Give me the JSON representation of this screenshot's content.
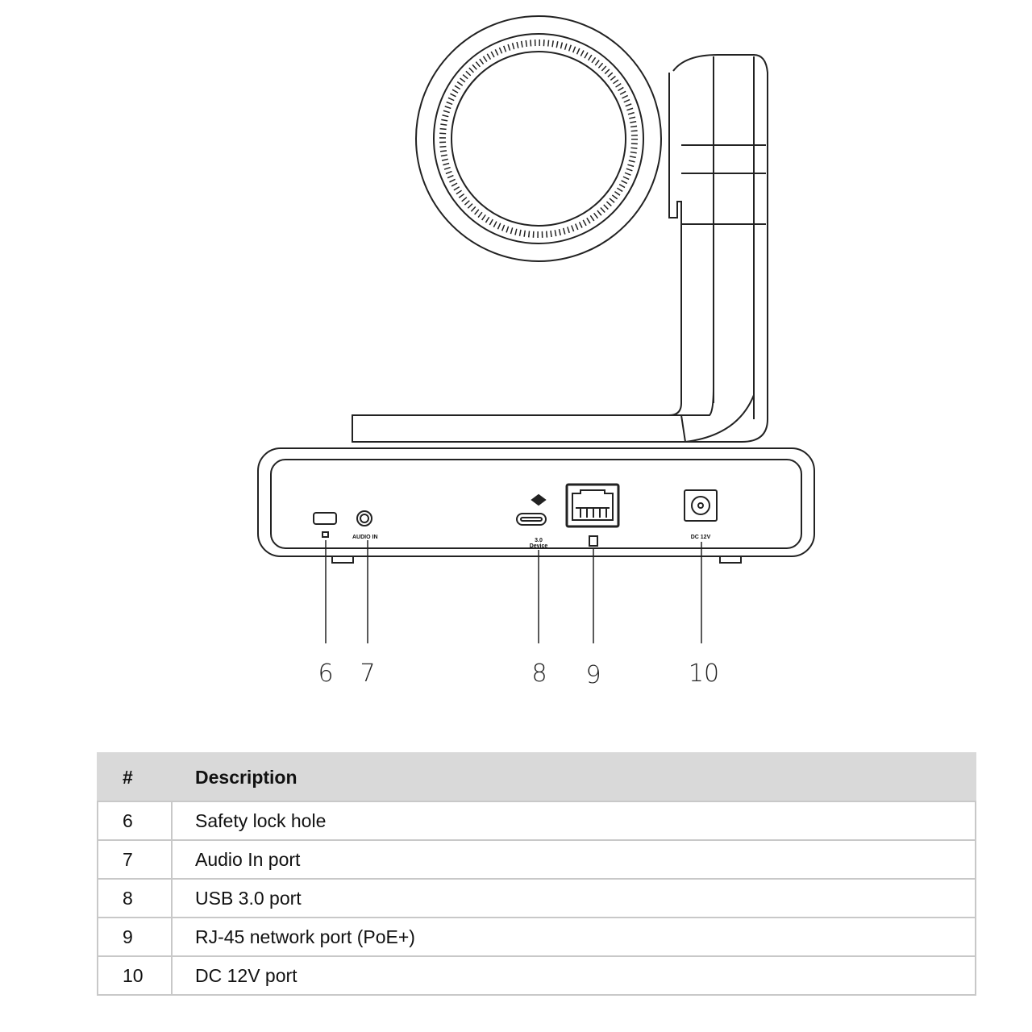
{
  "diagram": {
    "port_labels": {
      "audio_in": "AUDIO IN",
      "usb_line1": "3.0",
      "usb_line2": "Device",
      "dc": "DC 12V"
    },
    "callouts": [
      "6",
      "7",
      "8",
      "9",
      "10"
    ]
  },
  "table": {
    "headers": [
      "#",
      "Description"
    ],
    "rows": [
      {
        "num": "6",
        "desc": "Safety lock hole"
      },
      {
        "num": "7",
        "desc": "Audio In port"
      },
      {
        "num": "8",
        "desc": "USB 3.0 port"
      },
      {
        "num": "9",
        "desc": "RJ-45 network port (PoE+)"
      },
      {
        "num": "10",
        "desc": "DC 12V port"
      }
    ]
  }
}
